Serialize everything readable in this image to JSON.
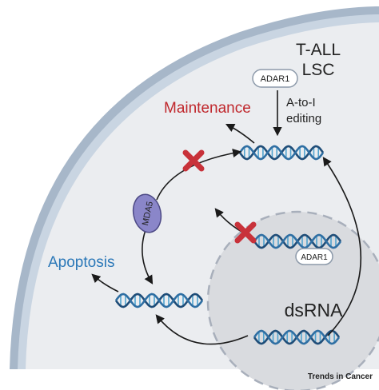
{
  "cell_label_line1": "T-ALL",
  "cell_label_line2": "LSC",
  "adar1_top": "ADAR1",
  "editing_line1": "A-to-I",
  "editing_line2": "editing",
  "maintenance": "Maintenance",
  "mda5": "MDA5",
  "apoptosis": "Apoptosis",
  "adar1_nucleus": "ADAR1",
  "dsrna": "dsRNA",
  "footer": "Trends in Cancer",
  "colors": {
    "membrane_outer": "#a7b7c9",
    "membrane_inner": "#c9d5e2",
    "cytoplasm": "#ebedf0",
    "nucleus": "#d9dbdf",
    "dna_dark": "#1f4d78",
    "dna_light": "#4fa3cf",
    "inhibit_x": "#c8323a",
    "maintenance_text": "#c0282d",
    "apoptosis_text": "#2b78b8",
    "mda5_fill": "#8a86c9"
  }
}
